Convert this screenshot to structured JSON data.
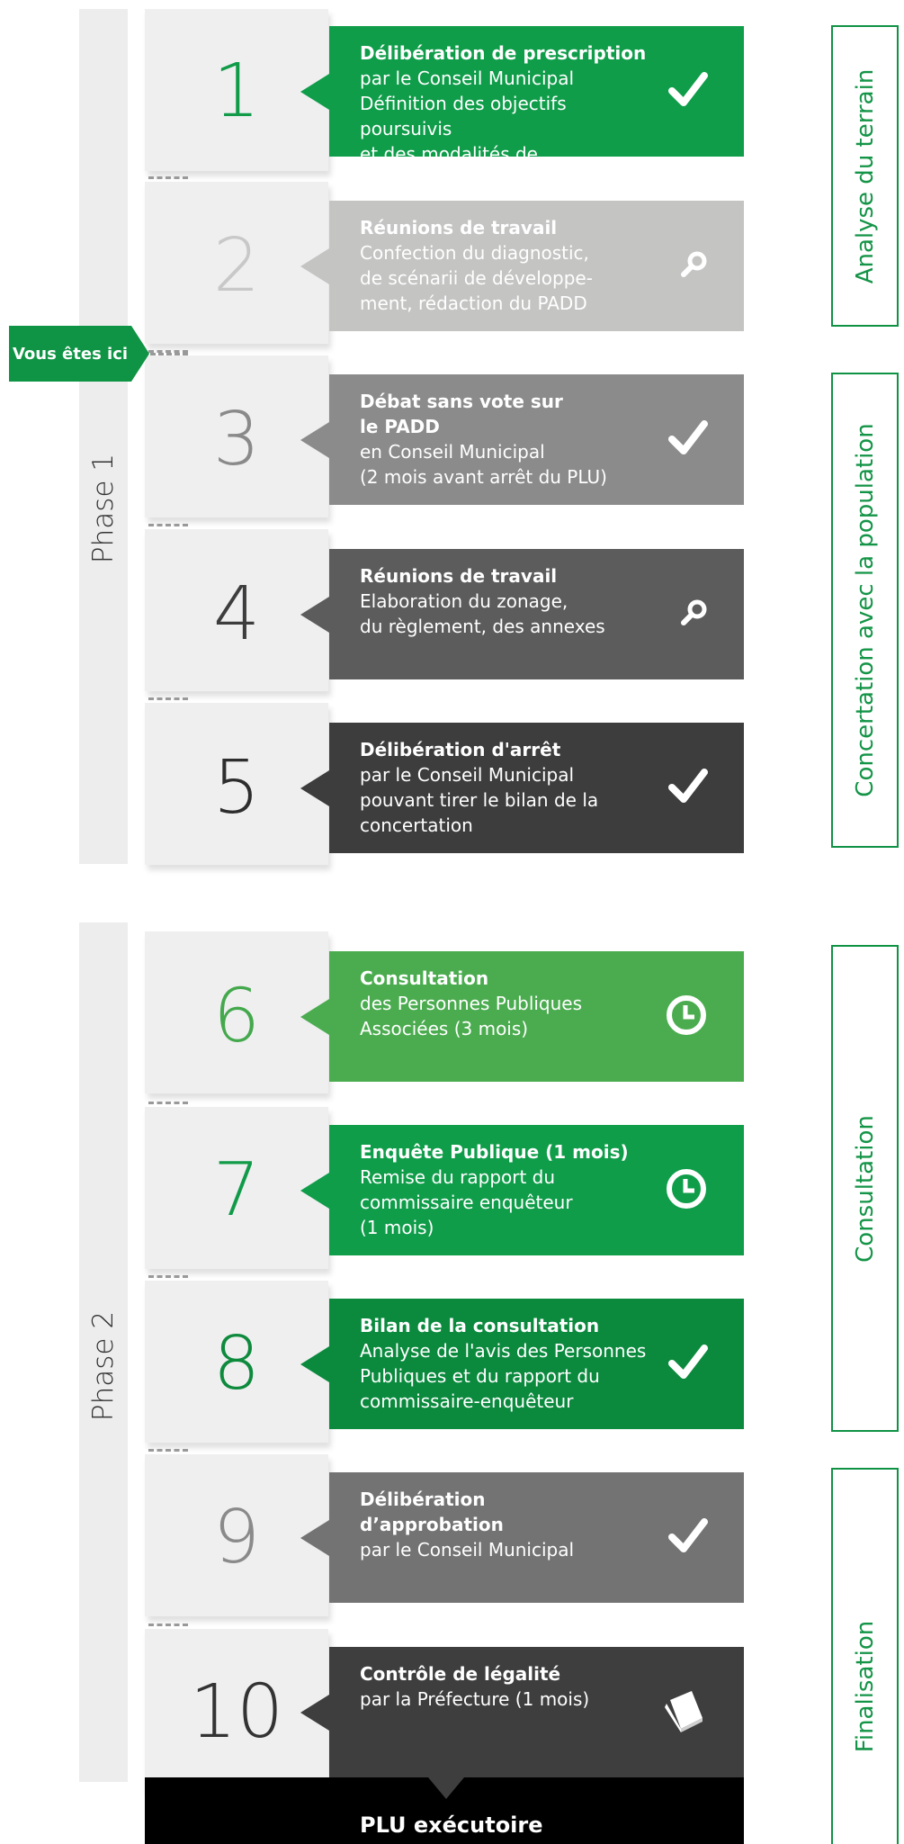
{
  "phases": [
    {
      "label": "Phase 1"
    },
    {
      "label": "Phase 2"
    }
  ],
  "marker": {
    "label": "Vous êtes ici"
  },
  "steps": [
    {
      "number": "1",
      "number_color": "#119b49",
      "card_color": "#0f9d4a",
      "title": "Délibération de prescription",
      "lines": [
        "par le Conseil Municipal",
        "Définition des objectifs poursuivis",
        "et des modalités de concertation"
      ],
      "icon": "check-icon"
    },
    {
      "number": "2",
      "number_color": "#c8c8c8",
      "card_color": "#c4c4c3",
      "title": "Réunions de travail",
      "lines": [
        "Confection du diagnostic,",
        "de scénarii de développe-",
        "ment, rédaction du PADD"
      ],
      "icon": "search-icon"
    },
    {
      "number": "3",
      "number_color": "#8a8a8a",
      "card_color": "#8b8b8b",
      "title": "Débat sans vote sur",
      "title2": "le PADD",
      "lines": [
        "en Conseil Municipal",
        "(2 mois avant arrêt du PLU)"
      ],
      "icon": "check-icon"
    },
    {
      "number": "4",
      "number_color": "#3d3d3d",
      "card_color": "#5c5c5c",
      "title": "Réunions de travail",
      "lines": [
        "Elaboration du zonage,",
        "du règlement, des annexes"
      ],
      "icon": "search-icon"
    },
    {
      "number": "5",
      "number_color": "#2d2d2d",
      "card_color": "#3d3d3d",
      "title": "Délibération d'arrêt",
      "lines": [
        "par le Conseil Municipal",
        "pouvant tirer le bilan de la",
        "concertation"
      ],
      "icon": "check-icon"
    },
    {
      "number": "6",
      "number_color": "#44a84c",
      "card_color": "#4bac4f",
      "title": "Consultation",
      "lines": [
        "des Personnes Publiques",
        "Associées (3 mois)"
      ],
      "icon": "clock-icon"
    },
    {
      "number": "7",
      "number_color": "#119b49",
      "card_color": "#0f9d4a",
      "title": "Enquête Publique (1 mois)",
      "lines": [
        "Remise du rapport du",
        "commissaire enquêteur",
        "(1 mois)"
      ],
      "icon": "clock-icon"
    },
    {
      "number": "8",
      "number_color": "#0e8a3d",
      "card_color": "#0b8a3e",
      "title": "Bilan de la consultation",
      "lines": [
        "Analyse de l'avis des Personnes",
        "Publiques et du rapport du",
        "commissaire-enquêteur"
      ],
      "icon": "check-icon"
    },
    {
      "number": "9",
      "number_color": "#8a8a8a",
      "card_color": "#737373",
      "title": "Délibération",
      "title2": "d’approbation",
      "lines": [
        "par le Conseil Municipal"
      ],
      "icon": "check-icon"
    },
    {
      "number": "10",
      "number_color": "#333333",
      "card_color": "#3f3e3e",
      "title": "Contrôle de légalité",
      "lines": [
        "par la Préfecture (1 mois)"
      ],
      "icon": "book-icon"
    }
  ],
  "stages": [
    {
      "label": "Analyse du terrain"
    },
    {
      "label": "Concertation avec la population"
    },
    {
      "label": "Consultation"
    },
    {
      "label": "Finalisation"
    }
  ],
  "final": {
    "label": "PLU exécutoire"
  }
}
